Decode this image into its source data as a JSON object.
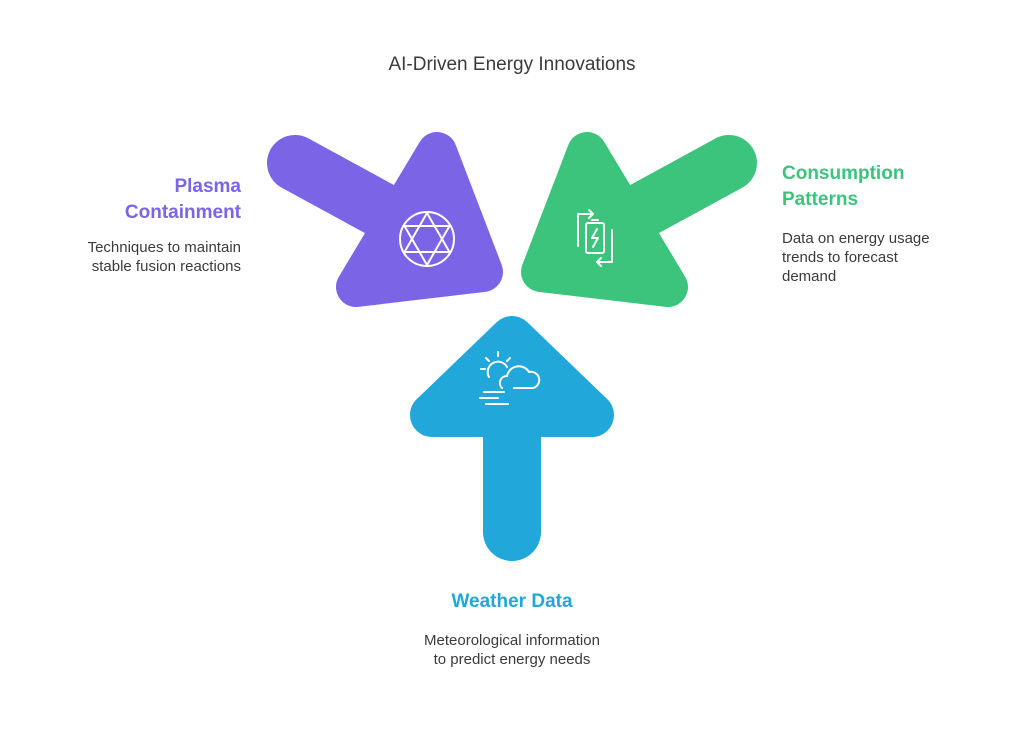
{
  "title": "AI-Driven Energy Innovations",
  "colors": {
    "purple": "#7b64e6",
    "green": "#3cc47c",
    "blue": "#21a7d9",
    "icon_stroke": "#ffffff",
    "text": "#3b3b3b"
  },
  "items": [
    {
      "heading": "Plasma Containment",
      "description": "Techniques to maintain stable fusion reactions",
      "icon": "hexagram-icon",
      "color": "purple"
    },
    {
      "heading": "Consumption Patterns",
      "description": "Data on energy usage trends to forecast demand",
      "icon": "battery-cycle-icon",
      "color": "green"
    },
    {
      "heading": "Weather Data",
      "description": "Meteorological information to predict energy needs",
      "icon": "sun-cloud-wind-icon",
      "color": "blue"
    }
  ]
}
